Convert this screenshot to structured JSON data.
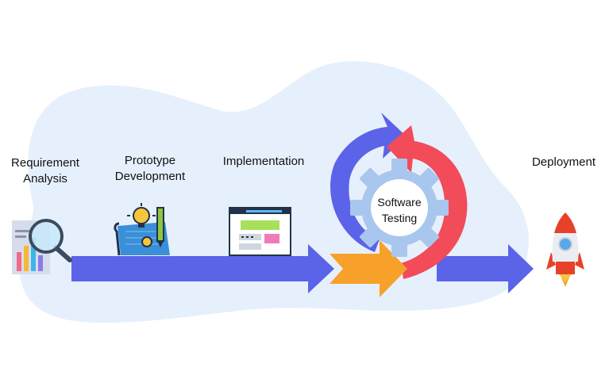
{
  "diagram": {
    "colors": {
      "background_blob": "#e6f0fc",
      "main_arrow": "#5b63e8",
      "orange_arrow": "#f7a12a",
      "red_cycle_arrow": "#f24b5a",
      "blue_cycle_arrow": "#5b63e8",
      "gear": "#a9c6ee"
    },
    "stages": [
      {
        "id": "requirement",
        "lines": [
          "Requirement",
          "Analysis"
        ],
        "icon": "magnifier-chart-icon"
      },
      {
        "id": "prototype",
        "lines": [
          "Prototype",
          "Development"
        ],
        "icon": "blueprint-idea-icon"
      },
      {
        "id": "implementation",
        "lines": [
          "Implementation"
        ],
        "icon": "browser-window-icon"
      },
      {
        "id": "testing",
        "lines": [
          "Software",
          "Testing"
        ],
        "icon": "gear-cycle-icon"
      },
      {
        "id": "deployment",
        "lines": [
          "Deployment"
        ],
        "icon": "rocket-icon"
      }
    ]
  }
}
